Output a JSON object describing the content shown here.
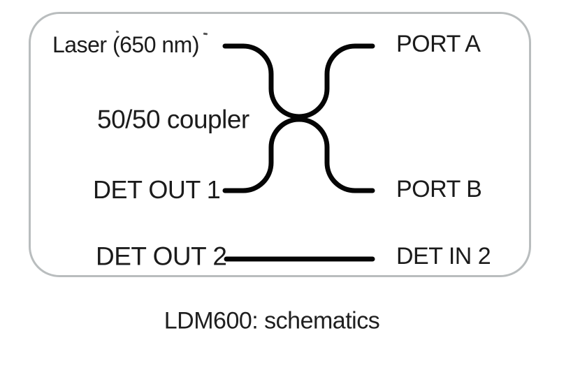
{
  "figure": {
    "caption": "LDM600: schematics",
    "labels": {
      "laser": "Laser (650 nm)",
      "port_a": "PORT A",
      "coupler": "50/50 coupler",
      "det_out_1": "DET OUT 1",
      "port_b": "PORT B",
      "det_out_2": "DET OUT 2",
      "det_in_2": "DET IN 2"
    },
    "colors": {
      "background": "#ffffff",
      "box_border": "#b9bdbe",
      "fiber_line": "#050505",
      "text": "#1b1b1b"
    }
  }
}
